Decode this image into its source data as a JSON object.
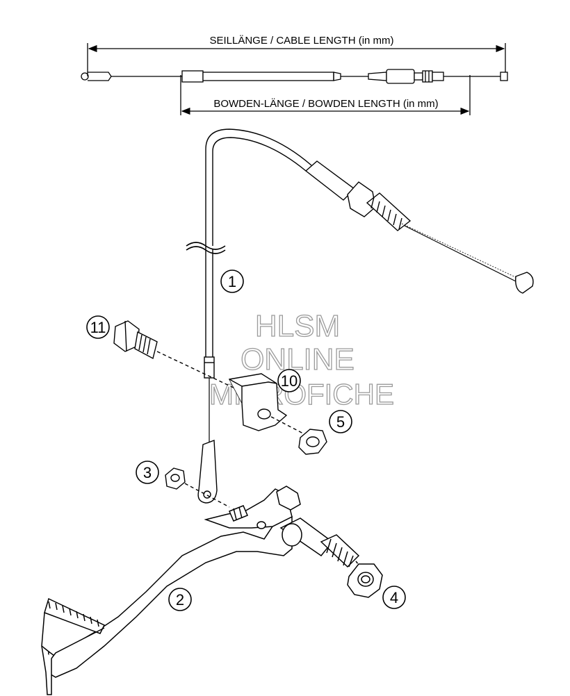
{
  "dimensions": {
    "cable_length_label": "SEILLÄNGE / CABLE LENGTH (in mm)",
    "bowden_length_label": "BOWDEN-LÄNGE / BOWDEN LENGTH (in mm)"
  },
  "callouts": {
    "c1": "1",
    "c2": "2",
    "c3": "3",
    "c4": "4",
    "c5": "5",
    "c10": "10",
    "c11": "11"
  },
  "watermark": {
    "line1": "HLSM",
    "line2": "ONLINE",
    "line3": "MICROFICHE"
  }
}
